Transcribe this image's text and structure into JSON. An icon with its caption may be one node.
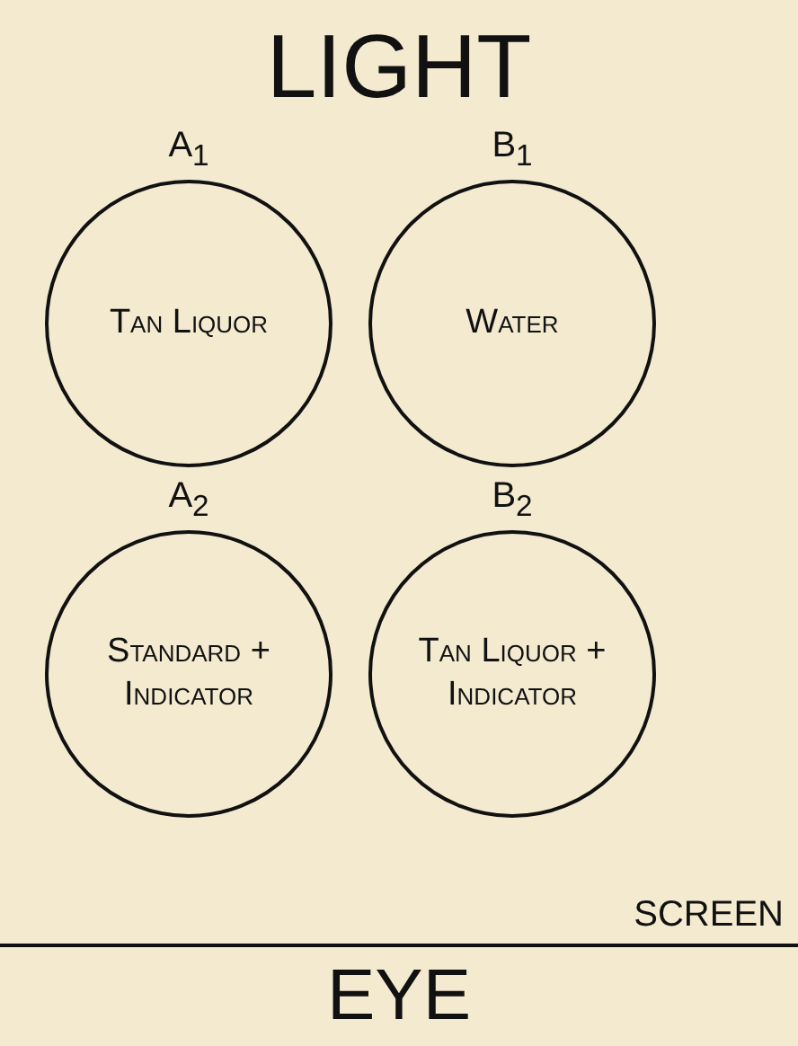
{
  "diagram": {
    "nodes": [
      {
        "text": [
          "Tan Liquor"
        ],
        "beside": [
          "A$_{1}$"
        ]
      },
      {
        "text": [
          "Water"
        ],
        "beside": [
          "B$_{1}$"
        ]
      },
      {
        "text": [
          "Standard + Indicator"
        ],
        "beside": [
          "A$_{2}$"
        ]
      },
      {
        "text": [
          "Tan Liquor + Indicator"
        ],
        "beside": [
          "B$_{2}$"
        ]
      }
    ],
    "labels": [
      "LIGHT",
      "SCREEN",
      "EYE"
    ]
  }
}
